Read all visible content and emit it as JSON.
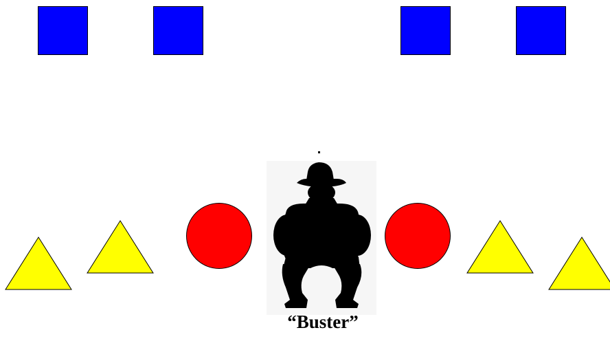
{
  "caption": "“Buster”",
  "colors": {
    "square": "#0000ff",
    "circle": "#ff0000",
    "triangle": "#ffff00",
    "silhouette": "#000000",
    "outline": "#000000"
  },
  "shapes": {
    "squares": [
      "square",
      "square",
      "square",
      "square"
    ],
    "circles": [
      "circle",
      "circle"
    ],
    "triangles": [
      "triangle",
      "triangle",
      "triangle",
      "triangle"
    ]
  },
  "figure_icon": "crouching-man-with-hat-silhouette-icon"
}
